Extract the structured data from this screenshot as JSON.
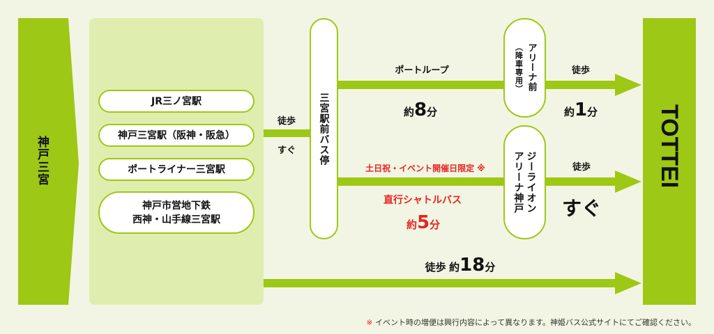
{
  "origin": "神戸三宮",
  "stations": [
    "JR三ノ宮駅",
    "神戸三宮駅（阪神・阪急）",
    "ポートライナー三宮駅",
    "神戸市営地下鉄",
    "西神・山手線三宮駅"
  ],
  "walk_to_bus": {
    "label": "徒歩",
    "time": "すぐ"
  },
  "bus_stop": "三宮駅前バス停",
  "route1": {
    "name": "ポートループ",
    "prefix": "約",
    "num": "8",
    "unit": "分",
    "stop": "アリーナ前",
    "stop_note": "（降車専用）",
    "walk": "徒歩",
    "walk_prefix": "約",
    "walk_num": "1",
    "walk_unit": "分"
  },
  "route2": {
    "note": "土日祝・イベント開催日限定 ※",
    "name": "直行シャトルバス",
    "prefix": "約",
    "num": "5",
    "unit": "分",
    "stop_line1": "ジーライオン",
    "stop_line2": "アリーナ神戸",
    "walk": "徒歩",
    "walk_time": "すぐ"
  },
  "route3": {
    "walk": "徒歩",
    "prefix": "約",
    "num": "18",
    "unit": "分"
  },
  "destination": "TOTTEI",
  "footnote_mark": "※",
  "footnote": "イベント時の増便は興行内容によって異なります。神姫バス公式サイトにてご確認ください。",
  "colors": {
    "green": "#9dc815",
    "light": "#dfeeae",
    "red": "#e8231f"
  }
}
